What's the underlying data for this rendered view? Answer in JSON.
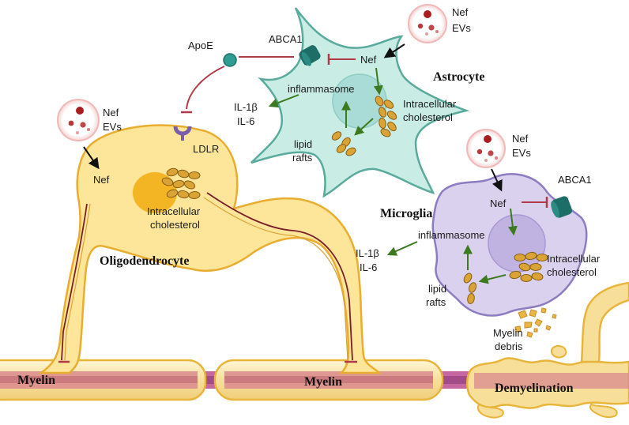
{
  "labels": {
    "nef_evs_top_nef": "Nef",
    "nef_evs_top_evs": "EVs",
    "nef_evs_left_nef": "Nef",
    "nef_evs_left_evs": "EVs",
    "nef_evs_right_nef": "Nef",
    "nef_evs_right_evs": "EVs",
    "astro_nef": "Nef",
    "astro_abca1": "ABCA1",
    "apoe": "ApoE",
    "ldlr": "LDLR",
    "astrocyte": "Astrocyte",
    "astro_inflammasome": "inflammasome",
    "astro_il1b": "IL-1β",
    "astro_il6": "IL-6",
    "astro_chol_1": "Intracellular",
    "astro_chol_2": "cholesterol",
    "astro_lipid": "lipid",
    "astro_rafts": "rafts",
    "oligo_nef": "Nef",
    "oligo_chol_1": "Intracellular",
    "oligo_chol_2": "cholesterol",
    "oligodendrocyte": "Oligodendrocyte",
    "microglia": "Microglia",
    "micro_nef": "Nef",
    "micro_abca1": "ABCA1",
    "micro_inflammasome": "inflammasome",
    "micro_il1b": "IL-1β",
    "micro_il6": "IL-6",
    "micro_chol_1": "Intracellular",
    "micro_chol_2": "cholesterol",
    "micro_lipid": "lipid",
    "micro_rafts": "rafts",
    "myelin_debris_1": "Myelin",
    "myelin_debris_2": "debris",
    "myelin_left": "Myelin",
    "myelin_mid": "Myelin",
    "demyelination": "Demyelination"
  },
  "colors": {
    "oligodendrocyte": "#fde69a",
    "oligo_nucleus": "#f4b524",
    "astrocyte": "#c9ece4",
    "astro_nucleus": "#a9dcd6",
    "microglia": "#d9d1ee",
    "micro_nucleus": "#c0b3e2",
    "cholesterol": "#d9a336",
    "abca1": "#1e6e68",
    "apoe": "#2f9d91",
    "ldlr": "#7a5ea8",
    "inhibit": "#b03a48",
    "activate": "#3d7a1e",
    "axon": "#a04a8e",
    "myelin": "#f7df9a"
  }
}
